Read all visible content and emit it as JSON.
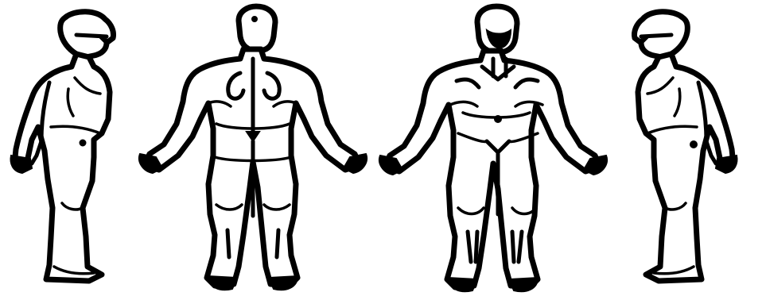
{
  "figures": [
    {
      "view": "left-side"
    },
    {
      "view": "back"
    },
    {
      "view": "front"
    },
    {
      "view": "right-side"
    }
  ],
  "colors": {
    "ink": "#000000",
    "background": "#ffffff"
  }
}
